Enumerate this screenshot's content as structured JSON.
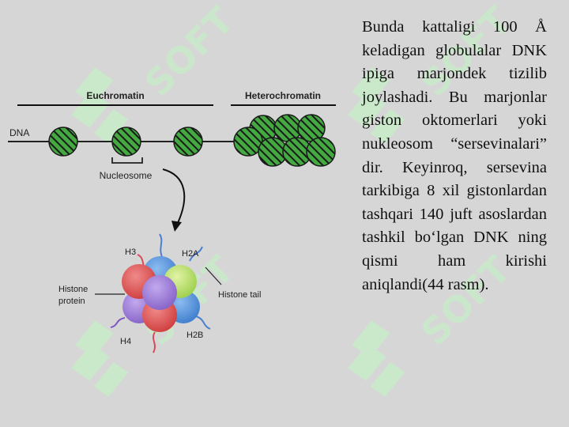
{
  "diagram": {
    "labels": {
      "euchromatin": "Euchromatin",
      "heterochromatin": "Heterochromatin",
      "dna": "DNA",
      "nucleosome": "Nucleosome",
      "h3": "H3",
      "h2a": "H2A",
      "h4": "H4",
      "h2b": "H2B",
      "histone_protein_line1": "Histone",
      "histone_protein_line2": "protein",
      "histone_tail": "Histone tail"
    },
    "watermark_text": "SOFT"
  },
  "text": {
    "paragraph": "Bunda kattaligi 100 Å keladigan globulalar DNK ipiga marjondek tizilib joylashadi. Bu marjonlar giston oktomerlari yoki nukleosom “sersevinalari” dir. Keyinroq, sersevina tarkibiga 8 xil gistonlardan tashqari 140 juft asoslardan tashkil bo‘lgan DNK ning qismi ham kirishi aniqlandi(44 rasm)."
  },
  "colors": {
    "background": "#d6d6d6",
    "bead_green": "#43a940",
    "watermark_green": "#c9eac9",
    "h3_red": "#e05252",
    "h2a_green": "#b8dc6a",
    "blue": "#4e8fd6",
    "purple": "#9b7ad0",
    "tail_blue": "#4b7fd1",
    "tail_red": "#d84a5a",
    "tail_purple": "#7f55c4"
  }
}
